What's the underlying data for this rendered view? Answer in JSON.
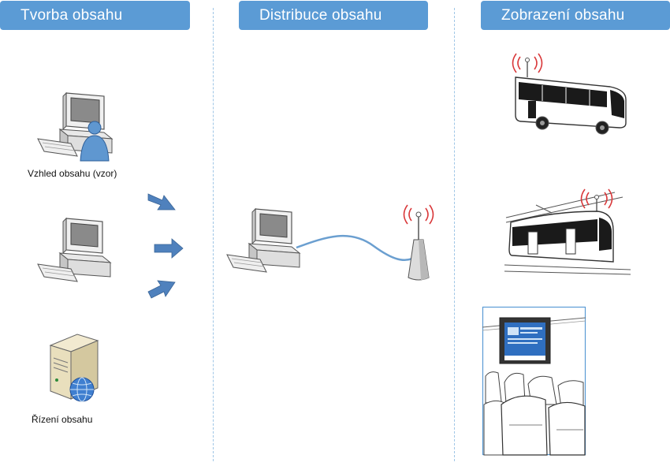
{
  "columns": [
    {
      "title": "Tvorba obsahu"
    },
    {
      "title": "Distribuce obsahu"
    },
    {
      "title": "Zobrazení obsahu"
    }
  ],
  "labels": {
    "design": "Vzhled obsahu (vzor)",
    "management": "Řízení obsahu"
  },
  "colors": {
    "header": "#5b9bd5",
    "arrow": "#4f81bd",
    "divider": "#9fc6e6",
    "signal": "#d9383a",
    "cable": "#6b9fd0"
  }
}
